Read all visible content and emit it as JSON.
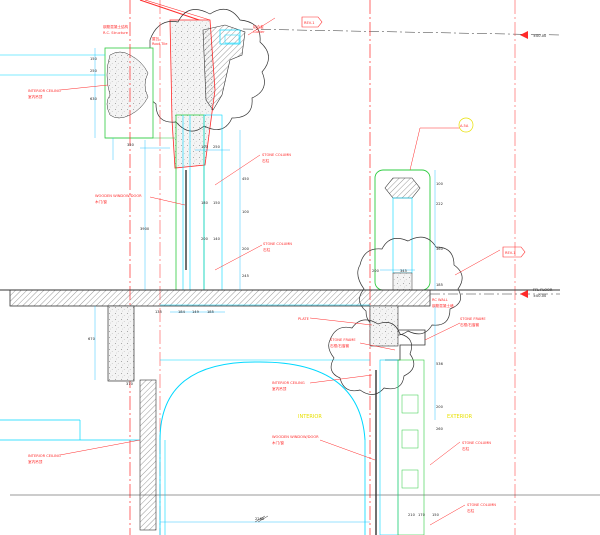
{
  "colors": {
    "background": "#ffffff",
    "structure": "#ff2a2a",
    "detail": "#00d8ff",
    "frame": "#2ecc40",
    "callout": "#ff2a2a",
    "hatch": "#555555",
    "room_label": "#e8e000",
    "dim": "#00b7ff"
  },
  "labels": {
    "rc_structure_cn": "钢筋混凝土结构",
    "rc_structure": "R.C. Structure",
    "roof_tile_cn": "屋瓦",
    "roof_tile": "Roof Tile",
    "gutter_cn": "铝合金",
    "gutter": "Gutter",
    "rev_top": "REV-1",
    "rev_right": "REV-1",
    "level_top": "±00.00",
    "level_floor_a": "FFL FLOOR",
    "level_floor_b": "±00.00",
    "interior_ceiling_1": "INTERIOR CEILING",
    "interior_ceiling_1_cn": "室内吊顶",
    "interior_ceiling_2": "INTERIOR CEILING",
    "interior_ceiling_2_cn": "室内吊顶",
    "interior_ceiling_3": "INTERIOR CEILING",
    "interior_ceiling_3_cn": "室内吊顶",
    "stone_column_1": "STONE COLUMN",
    "stone_column_1_cn": "石柱",
    "stone_column_2": "STONE COLUMN",
    "stone_column_2_cn": "石柱",
    "stone_column_3": "STONE COLUMN",
    "stone_column_3_cn": "石柱",
    "stone_column_4": "STONE COLUMN",
    "stone_column_4_cn": "石柱",
    "wooden_window_1": "WOODEN WINDOW/DOOR",
    "wooden_window_1_cn": "木门/窗",
    "wooden_window_2": "WOODEN WINDOW/DOOR",
    "wooden_window_2_cn": "木门/窗",
    "stone_frame_1": "STONE FRAME",
    "stone_frame_1_cn": "石框/石窗套",
    "stone_frame_2": "STONE FRAME",
    "stone_frame_2_cn": "石框/石窗套",
    "plate": "PLATE",
    "rc_wall": "RC WALL",
    "rc_wall_cn": "钢筋混凝土墙",
    "interior": "INTERIOR",
    "exterior": "EXTERIOR",
    "detail_ref": "A.5A"
  },
  "dimensions": {
    "d_150a": "150",
    "d_250": "250",
    "d_630": "630",
    "d_350": "350",
    "d_100a": "100",
    "d_250b": "250",
    "d_450": "450",
    "d_180": "180",
    "d_150b": "150",
    "d_100b": "100",
    "d_200": "200",
    "d_140": "140",
    "d_3900": "3900",
    "d_200b": "200",
    "d_245": "245",
    "d_135": "135",
    "d_184": "184",
    "d_149": "149",
    "d_185": "185",
    "d_670": "670",
    "d_370": "370",
    "d_200c": "200",
    "d_345": "345",
    "d_100c": "100",
    "d_222": "222",
    "d_360": "360",
    "d_185b": "185",
    "d_536": "536",
    "d_200d": "200",
    "d_2260": "2260",
    "d_210": "210",
    "d_170": "170",
    "d_260": "260",
    "d_150c": "150"
  }
}
